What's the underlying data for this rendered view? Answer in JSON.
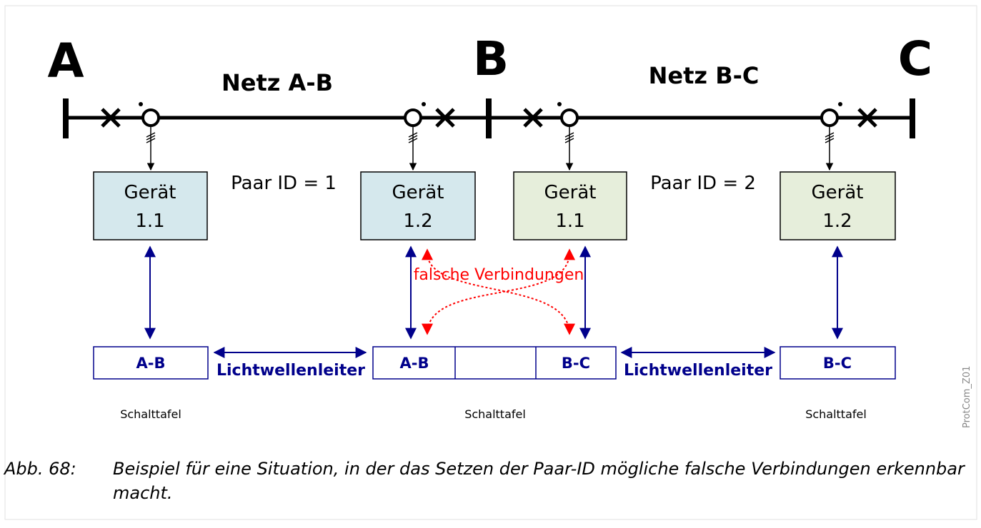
{
  "nodes": {
    "a": "A",
    "b": "B",
    "c": "C"
  },
  "networks": {
    "ab": "Netz A-B",
    "bc": "Netz B-C"
  },
  "pairs": {
    "left": "Paar ID = 1",
    "right": "Paar ID = 2"
  },
  "devices": [
    {
      "line1": "Gerät",
      "line2": "1.1",
      "fill": "#d5e8ed"
    },
    {
      "line1": "Gerät",
      "line2": "1.2",
      "fill": "#d5e8ed"
    },
    {
      "line1": "Gerät",
      "line2": "1.1",
      "fill": "#e6eedb"
    },
    {
      "line1": "Gerät",
      "line2": "1.2",
      "fill": "#e6eedb"
    }
  ],
  "ports": {
    "p1": "A-B",
    "p2": "A-B",
    "p3": "B-C",
    "p4": "B-C"
  },
  "fiber": {
    "left": "Lichtwellenleiter",
    "right": "Lichtwellenleiter"
  },
  "panels": {
    "left": "Schalttafel",
    "middle": "Schalttafel",
    "right": "Schalttafel"
  },
  "wrong_connections": "falsche Verbindungen",
  "side_label": "ProtCom_Z01",
  "caption": {
    "number": "Abb. 68:",
    "text": "Beispiel für eine Situation, in der das Setzen der Paar-ID mögliche falsche Verbindungen erkennbar macht."
  },
  "colors": {
    "navy": "#00008b",
    "red": "#ff0000",
    "device_blue": "#d5e8ed",
    "device_green": "#e6eedb"
  }
}
